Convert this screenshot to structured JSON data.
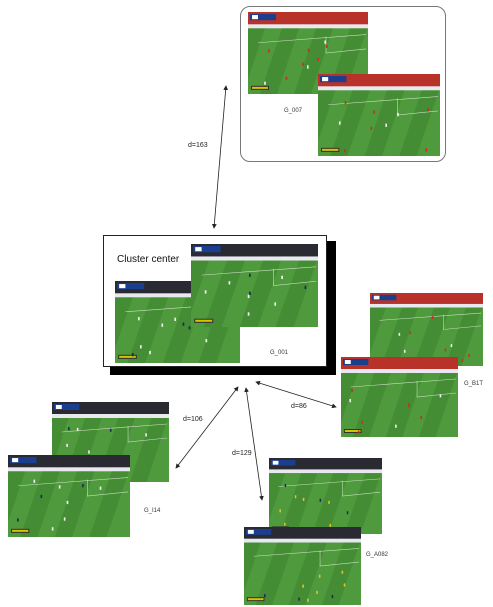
{
  "cluster_center": {
    "title": "Cluster center",
    "group_label": "G_001"
  },
  "groups": [
    {
      "label": "G_007",
      "distance": "d=163"
    },
    {
      "label": "G_B1T",
      "distance": "d=86"
    },
    {
      "label": "G_I14",
      "distance": "d=106"
    },
    {
      "label": "G_A082",
      "distance": "d=129"
    }
  ],
  "colors": {
    "pitch_light": "#4f9a3c",
    "pitch_dark": "#3c7f2e",
    "crowd_red": "#b8322a",
    "crowd_dark": "#2a2a33",
    "player_red": "#d02a22",
    "player_white": "#f2f2f2",
    "player_dark": "#1e2a55",
    "frame_border": "#777777",
    "shadow": "#000000"
  }
}
